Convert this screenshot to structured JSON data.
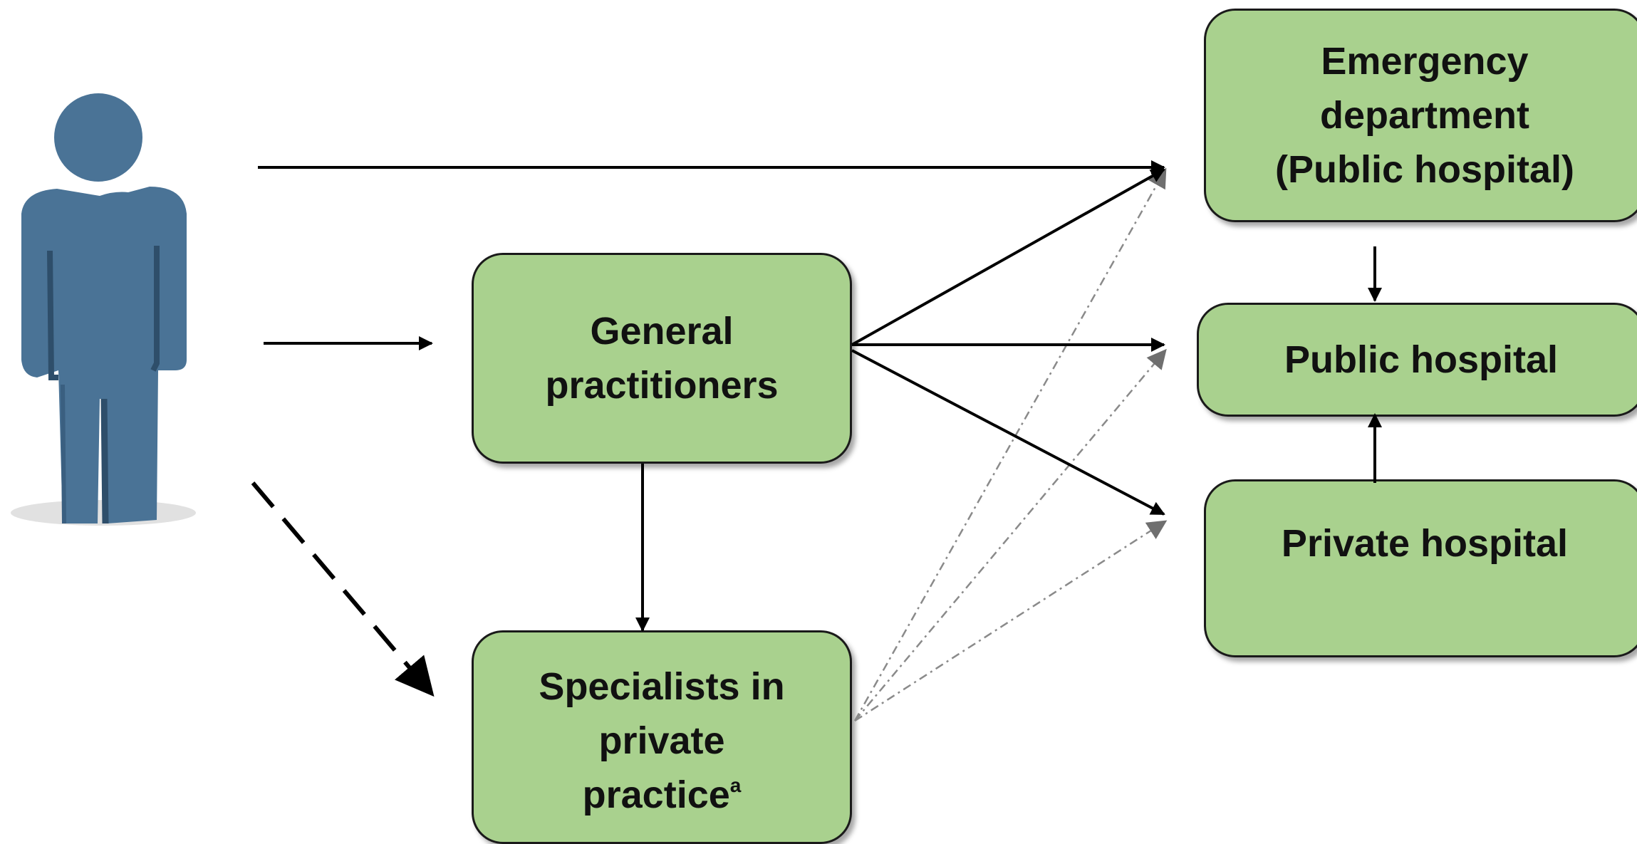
{
  "nodes": {
    "emergency_department": "Emergency\ndepartment\n(Public hospital)",
    "public_hospital": "Public hospital",
    "private_hospital": "Private hospital",
    "general_practitioners": "General\npractitioners",
    "specialists_text": "Specialists in\nprivate\npractice",
    "specialists_footnote": "a"
  },
  "icons": {
    "patient": "person-icon"
  },
  "colors": {
    "box_fill": "#a9d18e",
    "box_border": "#1a1a1a",
    "person": "#4a7396",
    "arrow": "#000000",
    "dotted_arrow": "#8a8a8a"
  }
}
